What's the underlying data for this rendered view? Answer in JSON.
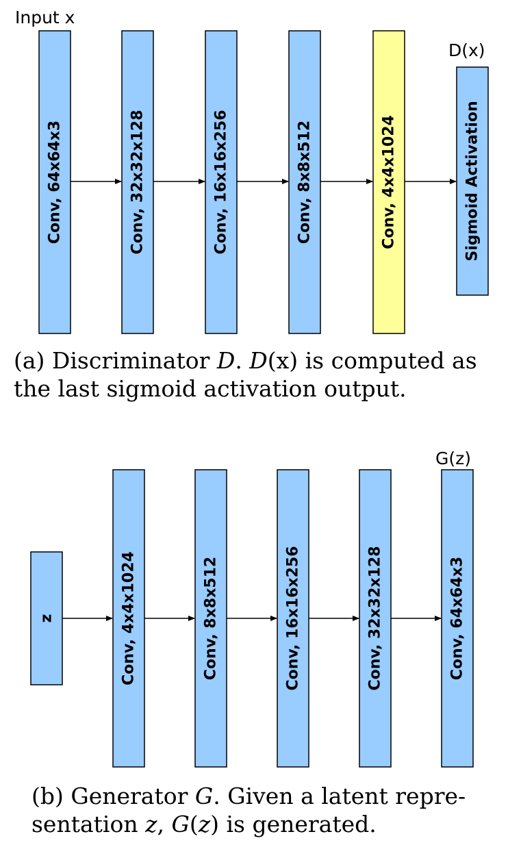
{
  "colors": {
    "block": "#99ccff",
    "highlight": "#ffff99",
    "stroke": "#000000"
  },
  "discriminator": {
    "input_label": "Input x",
    "output_label": "D(x)",
    "blocks": [
      {
        "label": "Conv, 64x64x3",
        "highlight": false
      },
      {
        "label": "Conv, 32x32x128",
        "highlight": false
      },
      {
        "label": "Conv, 16x16x256",
        "highlight": false
      },
      {
        "label": "Conv, 8x8x512",
        "highlight": false
      },
      {
        "label": "Conv, 4x4x1024",
        "highlight": true
      },
      {
        "label": "Sigmoid Activation",
        "highlight": false
      }
    ],
    "caption": {
      "prefix": "(a) Discriminator ",
      "d_symbol": "D",
      "d_of_x": "D",
      "x_arg": "(x)",
      "rest_line1": " is computed as",
      "line2": "the last sigmoid activation output."
    }
  },
  "generator": {
    "output_label": "G(z)",
    "blocks": [
      {
        "label": "z"
      },
      {
        "label": "Conv, 4x4x1024"
      },
      {
        "label": "Conv, 8x8x512"
      },
      {
        "label": "Conv, 16x16x256"
      },
      {
        "label": "Conv, 32x32x128"
      },
      {
        "label": "Conv, 64x64x3"
      }
    ],
    "caption": {
      "prefix": "(b) Generator ",
      "g_symbol": "G",
      "mid1": ". Given a latent repre-",
      "line2_start": "sentation ",
      "z_symbol": "z",
      "comma": ", ",
      "gz_symbol": "G",
      "paren_open": "(",
      "z_arg": "z",
      "paren_close": ")",
      "line2_end": " is generated."
    }
  }
}
